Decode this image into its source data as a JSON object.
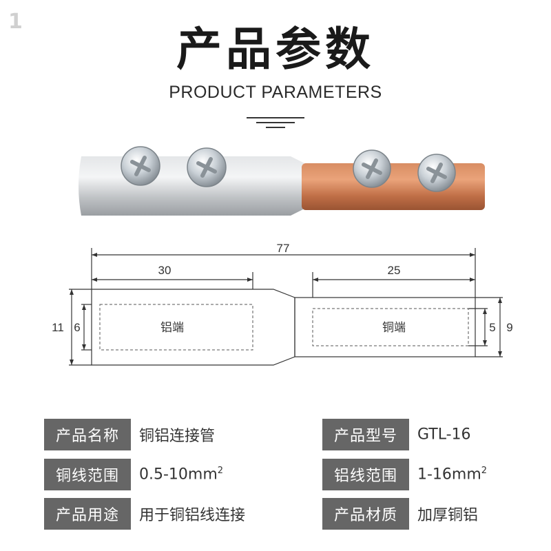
{
  "header": {
    "corner_mark": "1",
    "title_cn": "产品参数",
    "title_en": "PRODUCT PARAMETERS"
  },
  "drawing": {
    "total_length": "77",
    "aluminum_length": "30",
    "copper_length": "25",
    "aluminum_outer": "11",
    "aluminum_inner": "6",
    "copper_inner": "5",
    "copper_outer": "9",
    "aluminum_label": "铝端",
    "copper_label": "铜端",
    "colors": {
      "aluminum": "#c8cbce",
      "copper": "#c9764f",
      "line": "#333333"
    }
  },
  "specs": [
    {
      "label": "产品名称",
      "value": "铜铝连接管",
      "sup": ""
    },
    {
      "label": "产品型号",
      "value": "GTL-16",
      "sup": ""
    },
    {
      "label": "铜线范围",
      "value": "0.5-10mm",
      "sup": "2"
    },
    {
      "label": "铝线范围",
      "value": "1-16mm",
      "sup": "2"
    },
    {
      "label": "产品用途",
      "value": "用于铜铝线连接",
      "sup": ""
    },
    {
      "label": "产品材质",
      "value": "加厚铜铝",
      "sup": ""
    }
  ],
  "icons": {
    "screw": "phillips-screw-icon",
    "deco": "title-underline-icon"
  }
}
